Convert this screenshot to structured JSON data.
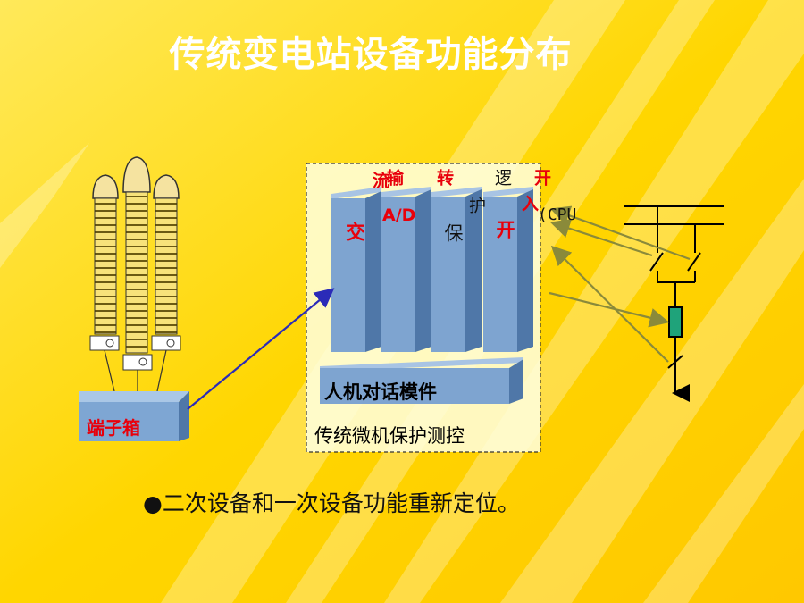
{
  "slide": {
    "title": "传统变电站设备功能分布",
    "bullet": "●二次设备和一次设备功能重新定位。"
  },
  "diagram": {
    "terminal_box": "端子箱",
    "hmi_module": "人机对话模件",
    "frame_caption": "传统微机保护测控",
    "column_labels": {
      "col1_front": "交",
      "col1_top": "流",
      "col2_ad": "A/D",
      "col2_top": "输",
      "col3_top": "转",
      "col3_front": "保",
      "col3_mid": "护",
      "col4_top": "逻",
      "col4_front": "开",
      "col4_mid": "入",
      "col5_top": "开",
      "cpu": "(CPU"
    }
  },
  "colors": {
    "background": "#ffd800",
    "module_blue": "#6f98c8",
    "label_red": "#e8000b",
    "arrow_blue": "#2b2bb8",
    "arrow_olive": "#8a8a3a",
    "resistor_green": "#1fa37a"
  }
}
